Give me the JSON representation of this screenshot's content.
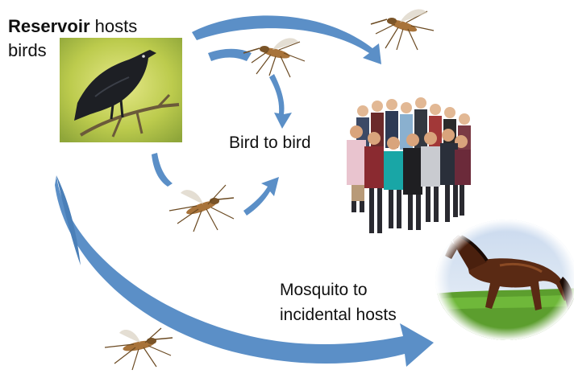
{
  "labels": {
    "reservoir_bold": "Reservoir",
    "reservoir_rest": " hosts",
    "reservoir_line2": "birds",
    "bird_to_bird": "Bird to bird",
    "incidental_line1": "Mosquito to",
    "incidental_line2": "incidental hosts"
  },
  "colors": {
    "arrow": "#5b8fc7",
    "bird_photo_bg": "#b8c94a",
    "horse": "#5a2a14",
    "grass": "#5c9e2e"
  },
  "icons": [
    "crow-photo",
    "mosquito-icon",
    "people-group",
    "horse-photo"
  ]
}
